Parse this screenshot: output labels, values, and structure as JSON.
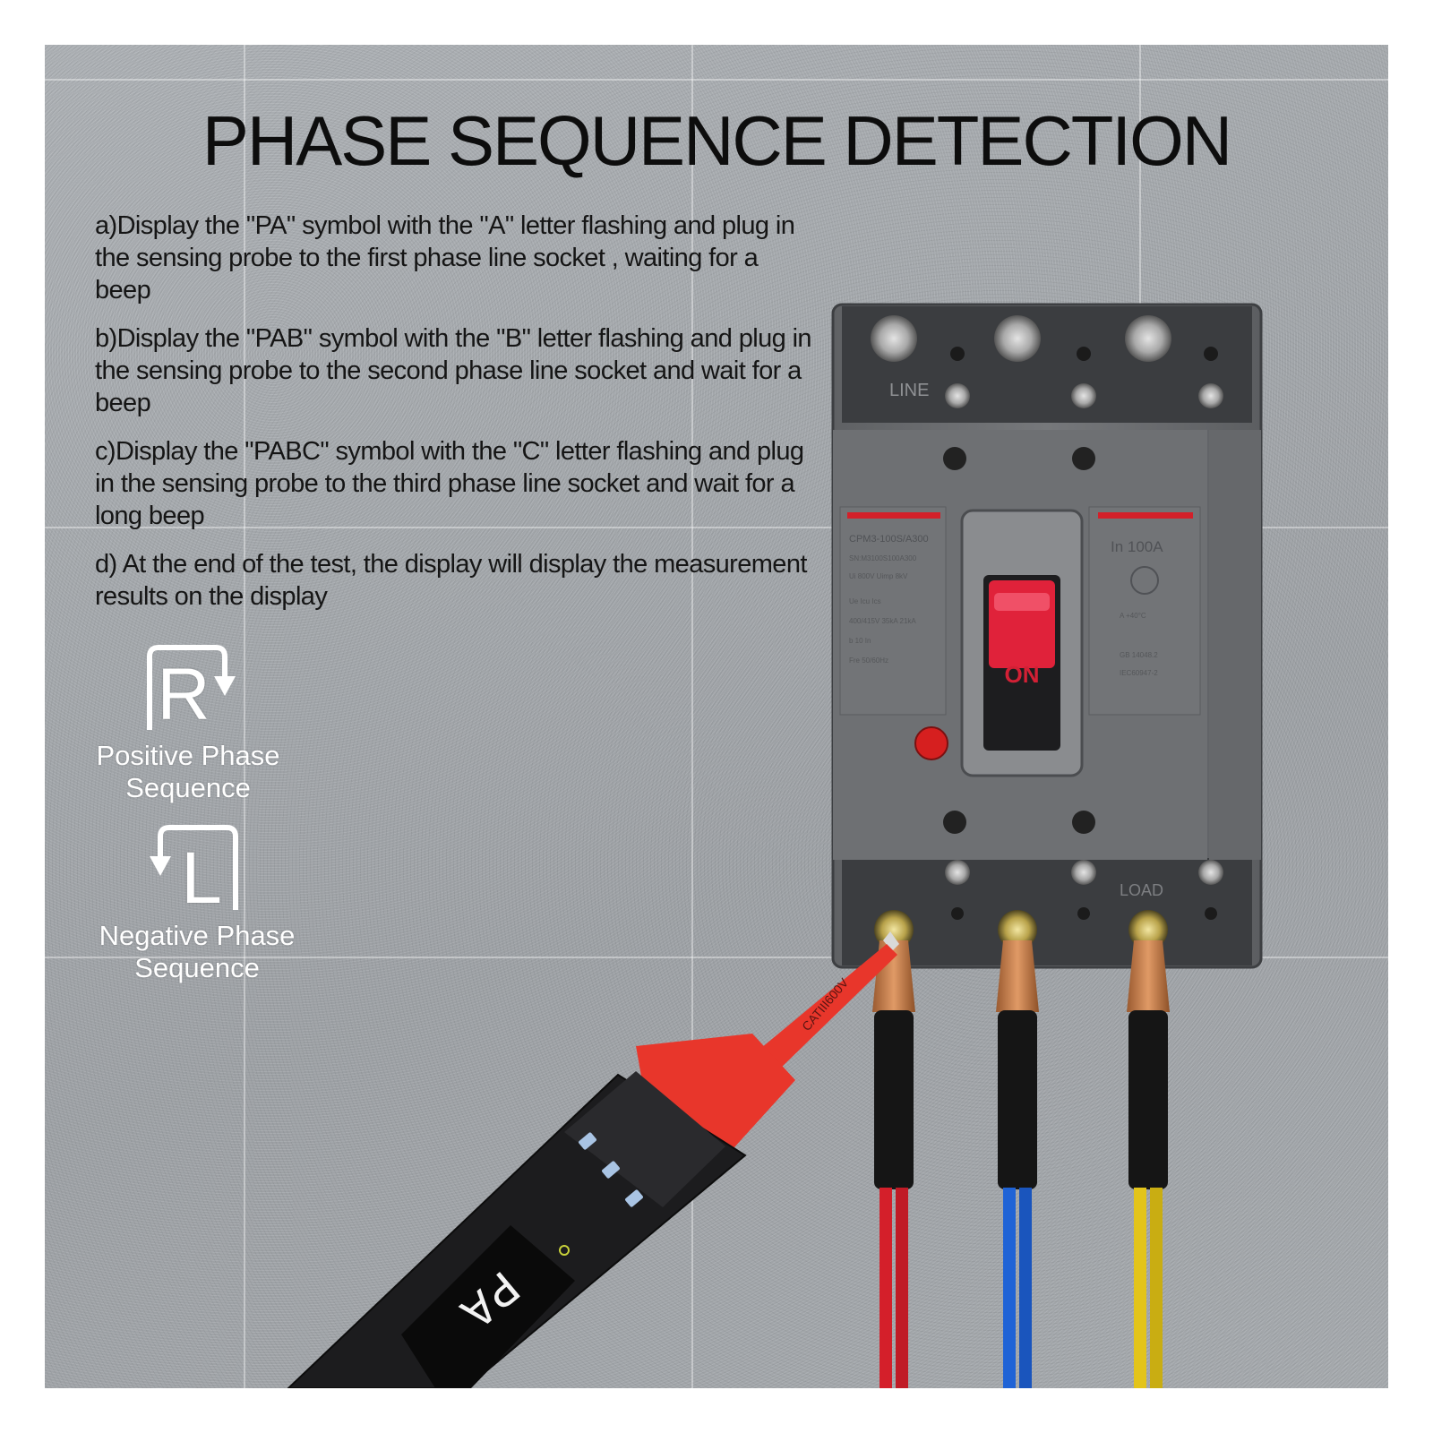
{
  "title": "PHASE SEQUENCE DETECTION",
  "steps": [
    "a)Display the \"PA\" symbol with the \"A\" letter flashing and plug in  the sensing probe to the first phase line socket , waiting for a beep",
    "b)Display the \"PAB\" symbol with the \"B\" letter flashing and plug in the sensing probe to the second phase line socket and wait for a beep",
    "c)Display the \"PABC\" symbol with the \"C\" letter flashing and plug in the sensing probe to the third phase line socket and wait for a long beep",
    "d) At the end of the test, the display will display the measurement results on the display"
  ],
  "positive": {
    "letter": "R",
    "label_line1": "Positive Phase",
    "label_line2": "Sequence",
    "icon": "clockwise-arrow-icon"
  },
  "negative": {
    "letter": "L",
    "label_line1": "Negative Phase",
    "label_line2": "Sequence",
    "icon": "counterclockwise-arrow-icon"
  },
  "breaker": {
    "line_label": "LINE",
    "load_label": "LOAD",
    "switch_label": "ON",
    "model": "CPM3-100S/A300",
    "rating": "In 100A",
    "spec_lines": [
      "SN:M3100S100A300",
      "Ui 800V  Uimp 8kV",
      "Ue      Icu     Ics",
      "400/415V 35kA  21kA",
      "b           10 In",
      "Fre        50/60Hz"
    ],
    "right_lines": [
      "A   +40°C",
      "GB 14048.2",
      "IEC60947-2"
    ],
    "colors": {
      "switch": "#e0223a",
      "body": "#6d6f72",
      "stripe": "#d3202a"
    }
  },
  "tester": {
    "display": "PA",
    "probe_rating": "CATIII600V",
    "colors": {
      "body": "#1c1c1e",
      "accent": "#e8362b"
    }
  },
  "wires": {
    "colors": [
      "#d41f2a",
      "#1f63d6",
      "#e3c41a"
    ]
  }
}
